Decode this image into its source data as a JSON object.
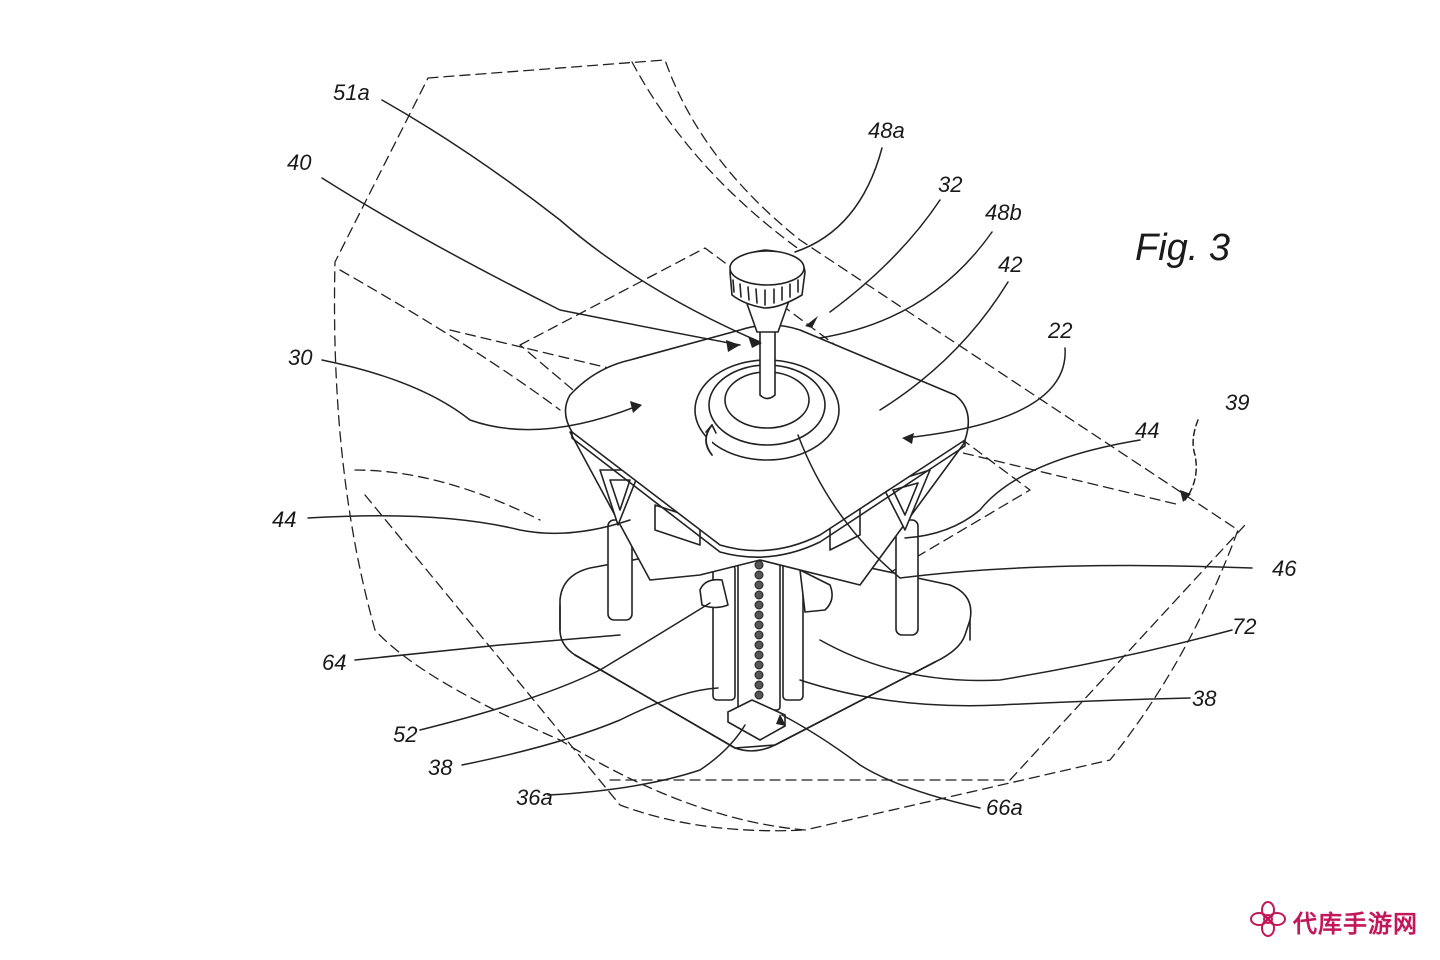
{
  "figure": {
    "title": "Fig. 3"
  },
  "labels": {
    "l51a": "51a",
    "l48a": "48a",
    "l40": "40",
    "l32": "32",
    "l48b": "48b",
    "l42": "42",
    "l22": "22",
    "l30": "30",
    "l39": "39",
    "l44_right": "44",
    "l44_left": "44",
    "l46": "46",
    "l72": "72",
    "l64": "64",
    "l38_right": "38",
    "l52": "52",
    "l38_left": "38",
    "l36a": "36a",
    "l66a": "66a"
  },
  "watermark": {
    "text": "代库手游网",
    "color": "#c2185b"
  }
}
